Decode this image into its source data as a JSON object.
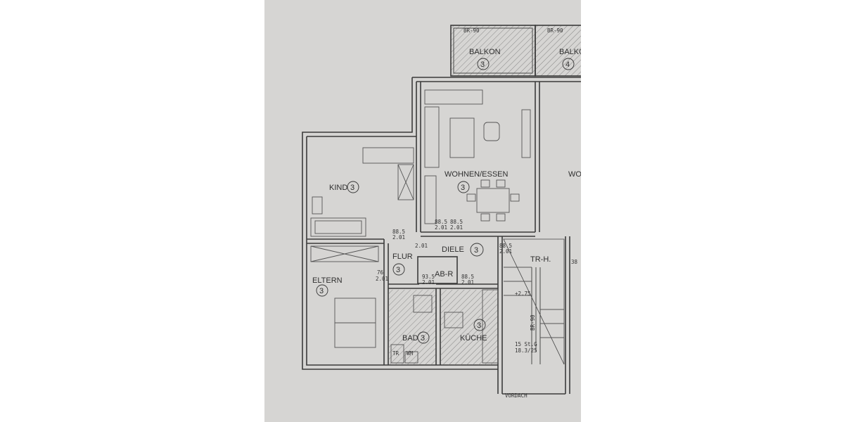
{
  "plan": {
    "rooms": [
      {
        "id": "balkon3",
        "name": "BALKON",
        "number": "3"
      },
      {
        "id": "balkon4",
        "name": "BALKO",
        "number": "4"
      },
      {
        "id": "wohnen",
        "name": "WOHNEN/ESSEN",
        "number": "3"
      },
      {
        "id": "wo",
        "name": "WO"
      },
      {
        "id": "kind",
        "name": "KIND",
        "number": "3"
      },
      {
        "id": "eltern",
        "name": "ELTERN",
        "number": "3"
      },
      {
        "id": "flur",
        "name": "FLUR",
        "number": "3"
      },
      {
        "id": "diele",
        "name": "DIELE",
        "number": "3"
      },
      {
        "id": "abr",
        "name": "AB-R"
      },
      {
        "id": "bad",
        "name": "BAD",
        "number": "3"
      },
      {
        "id": "kuche",
        "name": "KÜCHE",
        "number": "3"
      },
      {
        "id": "trh",
        "name": "TR-H."
      }
    ],
    "fixtures": {
      "tr": "TR",
      "wm": "WM"
    },
    "annotations": {
      "br1": "BR-90",
      "br2": "BR-90",
      "br3": "BR-90",
      "d1": "88.5",
      "d2": "2.01",
      "d3": "88.5",
      "d4": "2.01",
      "d5": "88.5",
      "d6": "2.01",
      "d7": "88.5",
      "d8": "2.01",
      "d9": "2.01",
      "d10": "76",
      "d11": "2.01",
      "d12": "93.5",
      "d13": "2.01",
      "d14": "88.5",
      "d15": "2.01",
      "d16": "38",
      "d17": "+2.75",
      "stairs1": "15 St.G",
      "stairs2": "18.3/25",
      "vordach": "VORDACH"
    }
  }
}
